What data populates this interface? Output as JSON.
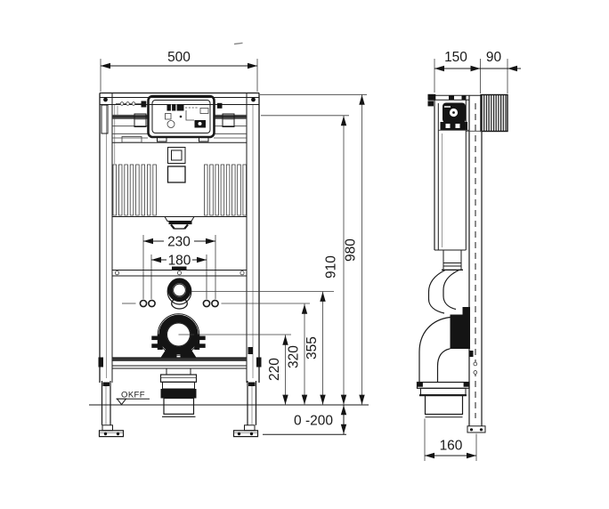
{
  "front_view": {
    "width": "500",
    "bolt_span_outer": "230",
    "bolt_span_inner": "180",
    "height_total": "980",
    "height_upper": "910",
    "height_flush_outlet": "355",
    "height_rods": "320",
    "height_drain": "220",
    "floor_adjust_range": "0 -200",
    "floor_level_label": "OKFF"
  },
  "side_view": {
    "frame_depth": "150",
    "cistern_depth": "90",
    "base_depth": "160"
  },
  "colors": {
    "line": "#1a1a1a",
    "background": "#ffffff"
  }
}
